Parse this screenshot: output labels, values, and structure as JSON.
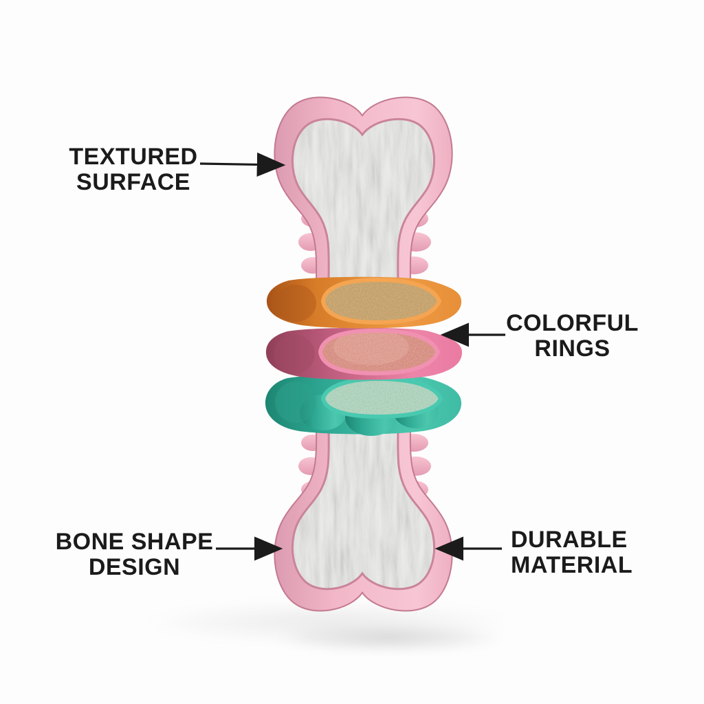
{
  "diagram": {
    "title": "dog chew bone toy feature diagram",
    "labels": [
      {
        "id": "textured-surface",
        "line1": "TEXTURED",
        "line2": "SURFACE",
        "arrow_direction": "right"
      },
      {
        "id": "colorful-rings",
        "line1": "COLORFUL",
        "line2": "RINGS",
        "arrow_direction": "left"
      },
      {
        "id": "bone-shape-design",
        "line1": "BONE SHAPE",
        "line2": "DESIGN",
        "arrow_direction": "right"
      },
      {
        "id": "durable-material",
        "line1": "DURABLE",
        "line2": "MATERIAL",
        "arrow_direction": "left"
      }
    ],
    "colors": {
      "background": "#fdfdfd",
      "label_text": "#1b1b1b",
      "arrow": "#1b1b1b",
      "bone_body_pink": "#f5c0cf",
      "bone_shade_pink": "#d794ab",
      "bone_rim_dark": "#c3798f",
      "textured_core_white": "#ececea",
      "ring_orange": "#ea923d",
      "ring_orange_dark": "#b25a1d",
      "ring_orange_fill": "#caa05f",
      "ring_pink": "#e06993",
      "ring_pink_dark": "#98455e",
      "ring_pink_fill": "#e08a7b",
      "ring_teal": "#3bb8a1",
      "ring_teal_dark": "#1e8b78",
      "ring_teal_fill": "#aed9bf",
      "shadow": "#c9c9c9"
    }
  }
}
